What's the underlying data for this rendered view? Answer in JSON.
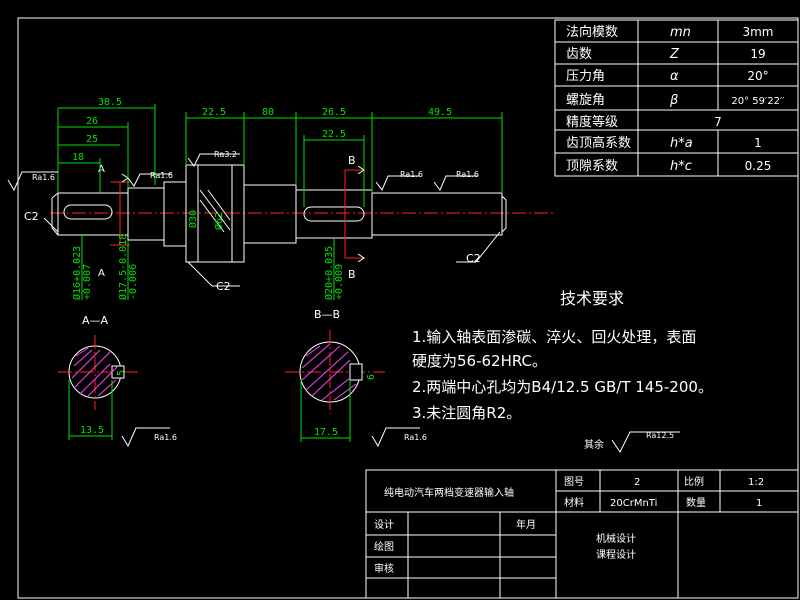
{
  "gear_params": [
    {
      "name": "法向模数",
      "symbol": "mn",
      "value": "3mm"
    },
    {
      "name": "齿数",
      "symbol": "Z",
      "value": "19"
    },
    {
      "name": "压力角",
      "symbol": "α",
      "value": "20°"
    },
    {
      "name": "螺旋角",
      "symbol": "β",
      "value": "20° 59′22′′"
    },
    {
      "name": "精度等级",
      "symbol": "",
      "value": "7"
    },
    {
      "name": "齿顶高系数",
      "symbol": "h*a",
      "value": "1"
    },
    {
      "name": "顶隙系数",
      "symbol": "h*c",
      "value": "0.25"
    }
  ],
  "dims": {
    "top1": "38.5",
    "top2": "26",
    "top3": "25",
    "top4": "18",
    "mid1": "22.5",
    "mid2": "80",
    "mid3": "26.5",
    "mid4": "22.5",
    "right1": "49.5",
    "d16": "Ø16+0.023\n+0.007",
    "d175": "Ø17.5-0.018\n-0.006",
    "d20": "Ø20+0.035\n+0.009",
    "aa_w": "13.5",
    "bb_w": "17.5",
    "aa_h": "5",
    "bb_h": "6",
    "d30": "Ø30",
    "d62": "Ø62"
  },
  "roughness": {
    "ra16": "Ra1.6",
    "ra32": "Ra3.2",
    "ra125": "Ra12.5"
  },
  "labels": {
    "c2": "C2",
    "sec_a": "A",
    "sec_b": "B",
    "sec_aa": "A—A",
    "sec_bb": "B—B",
    "others": "其余"
  },
  "tech": {
    "title": "技术要求",
    "items": [
      "1.输入轴表面渗碳、淬火、回火处理，表面",
      "硬度为56-62HRC。",
      "2.两端中心孔均为B4/12.5 GB/T 145-200。",
      "3.未注圆角R2。"
    ]
  },
  "title_block": {
    "part_name": "纯电动汽车两档变速器输入轴",
    "drawing_no_label": "图号",
    "drawing_no": "2",
    "scale_label": "比例",
    "scale": "1:2",
    "material_label": "材料",
    "material": "20CrMnTi",
    "qty_label": "数量",
    "qty": "1",
    "design": "设计",
    "date": "年月",
    "draw": "绘图",
    "check": "审核",
    "course_line1": "机械设计",
    "course_line2": "课程设计"
  }
}
